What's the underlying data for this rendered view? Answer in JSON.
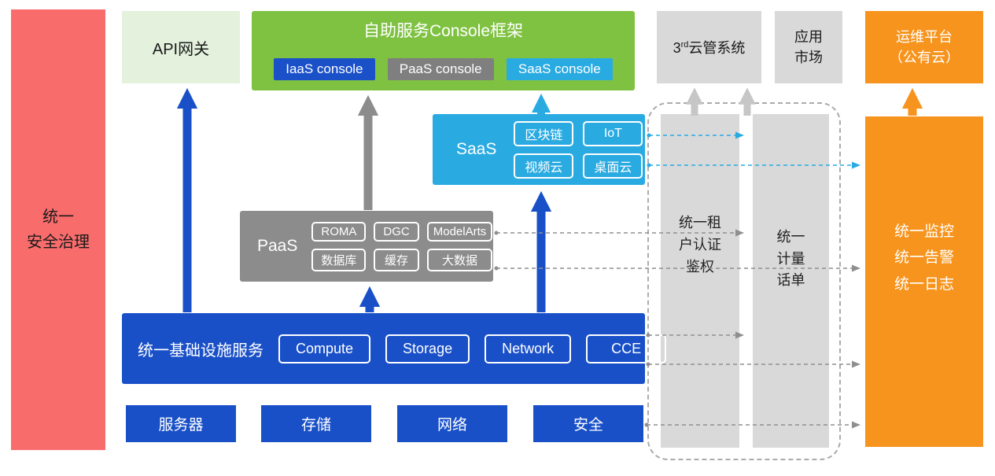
{
  "colors": {
    "security_red": "#F96C6C",
    "api_green_bg": "#E4F1DD",
    "console_green": "#7FC241",
    "deep_blue": "#1950C8",
    "mid_gray": "#8C8C8C",
    "light_gray": "#D9D9D9",
    "cyan": "#29ABE2",
    "orange": "#F7941D"
  },
  "security_bar": {
    "label": "统一\n安全治理"
  },
  "api_gateway": {
    "label": "API网关"
  },
  "console_frame": {
    "title": "自助服务Console框架",
    "iaas": "IaaS console",
    "paas": "PaaS console",
    "saas": "SaaS console"
  },
  "third_party_cloud": {
    "prefix": "3",
    "sup": "rd",
    "suffix": "云管系统"
  },
  "app_market": {
    "label": "应用\n市场"
  },
  "ops_platform": {
    "label": "运维平台\n（公有云）"
  },
  "monitor_panel": {
    "label": "统一监控\n统一告警\n统一日志"
  },
  "saas": {
    "label": "SaaS",
    "chips": [
      "区块链",
      "IoT",
      "视频云",
      "桌面云"
    ]
  },
  "paas": {
    "label": "PaaS",
    "chips": [
      "ROMA",
      "DGC",
      "ModelArts",
      "数据库",
      "缓存",
      "大数据"
    ]
  },
  "infra": {
    "label": "统一基础设施服务",
    "chips": [
      "Compute",
      "Storage",
      "Network",
      "CCE"
    ]
  },
  "hardware": {
    "items": [
      "服务器",
      "存储",
      "网络",
      "安全"
    ]
  },
  "auth_bar": {
    "label": "统一租\n户认证\n鉴权"
  },
  "billing_bar": {
    "label": "统一\n计量\n话单"
  }
}
